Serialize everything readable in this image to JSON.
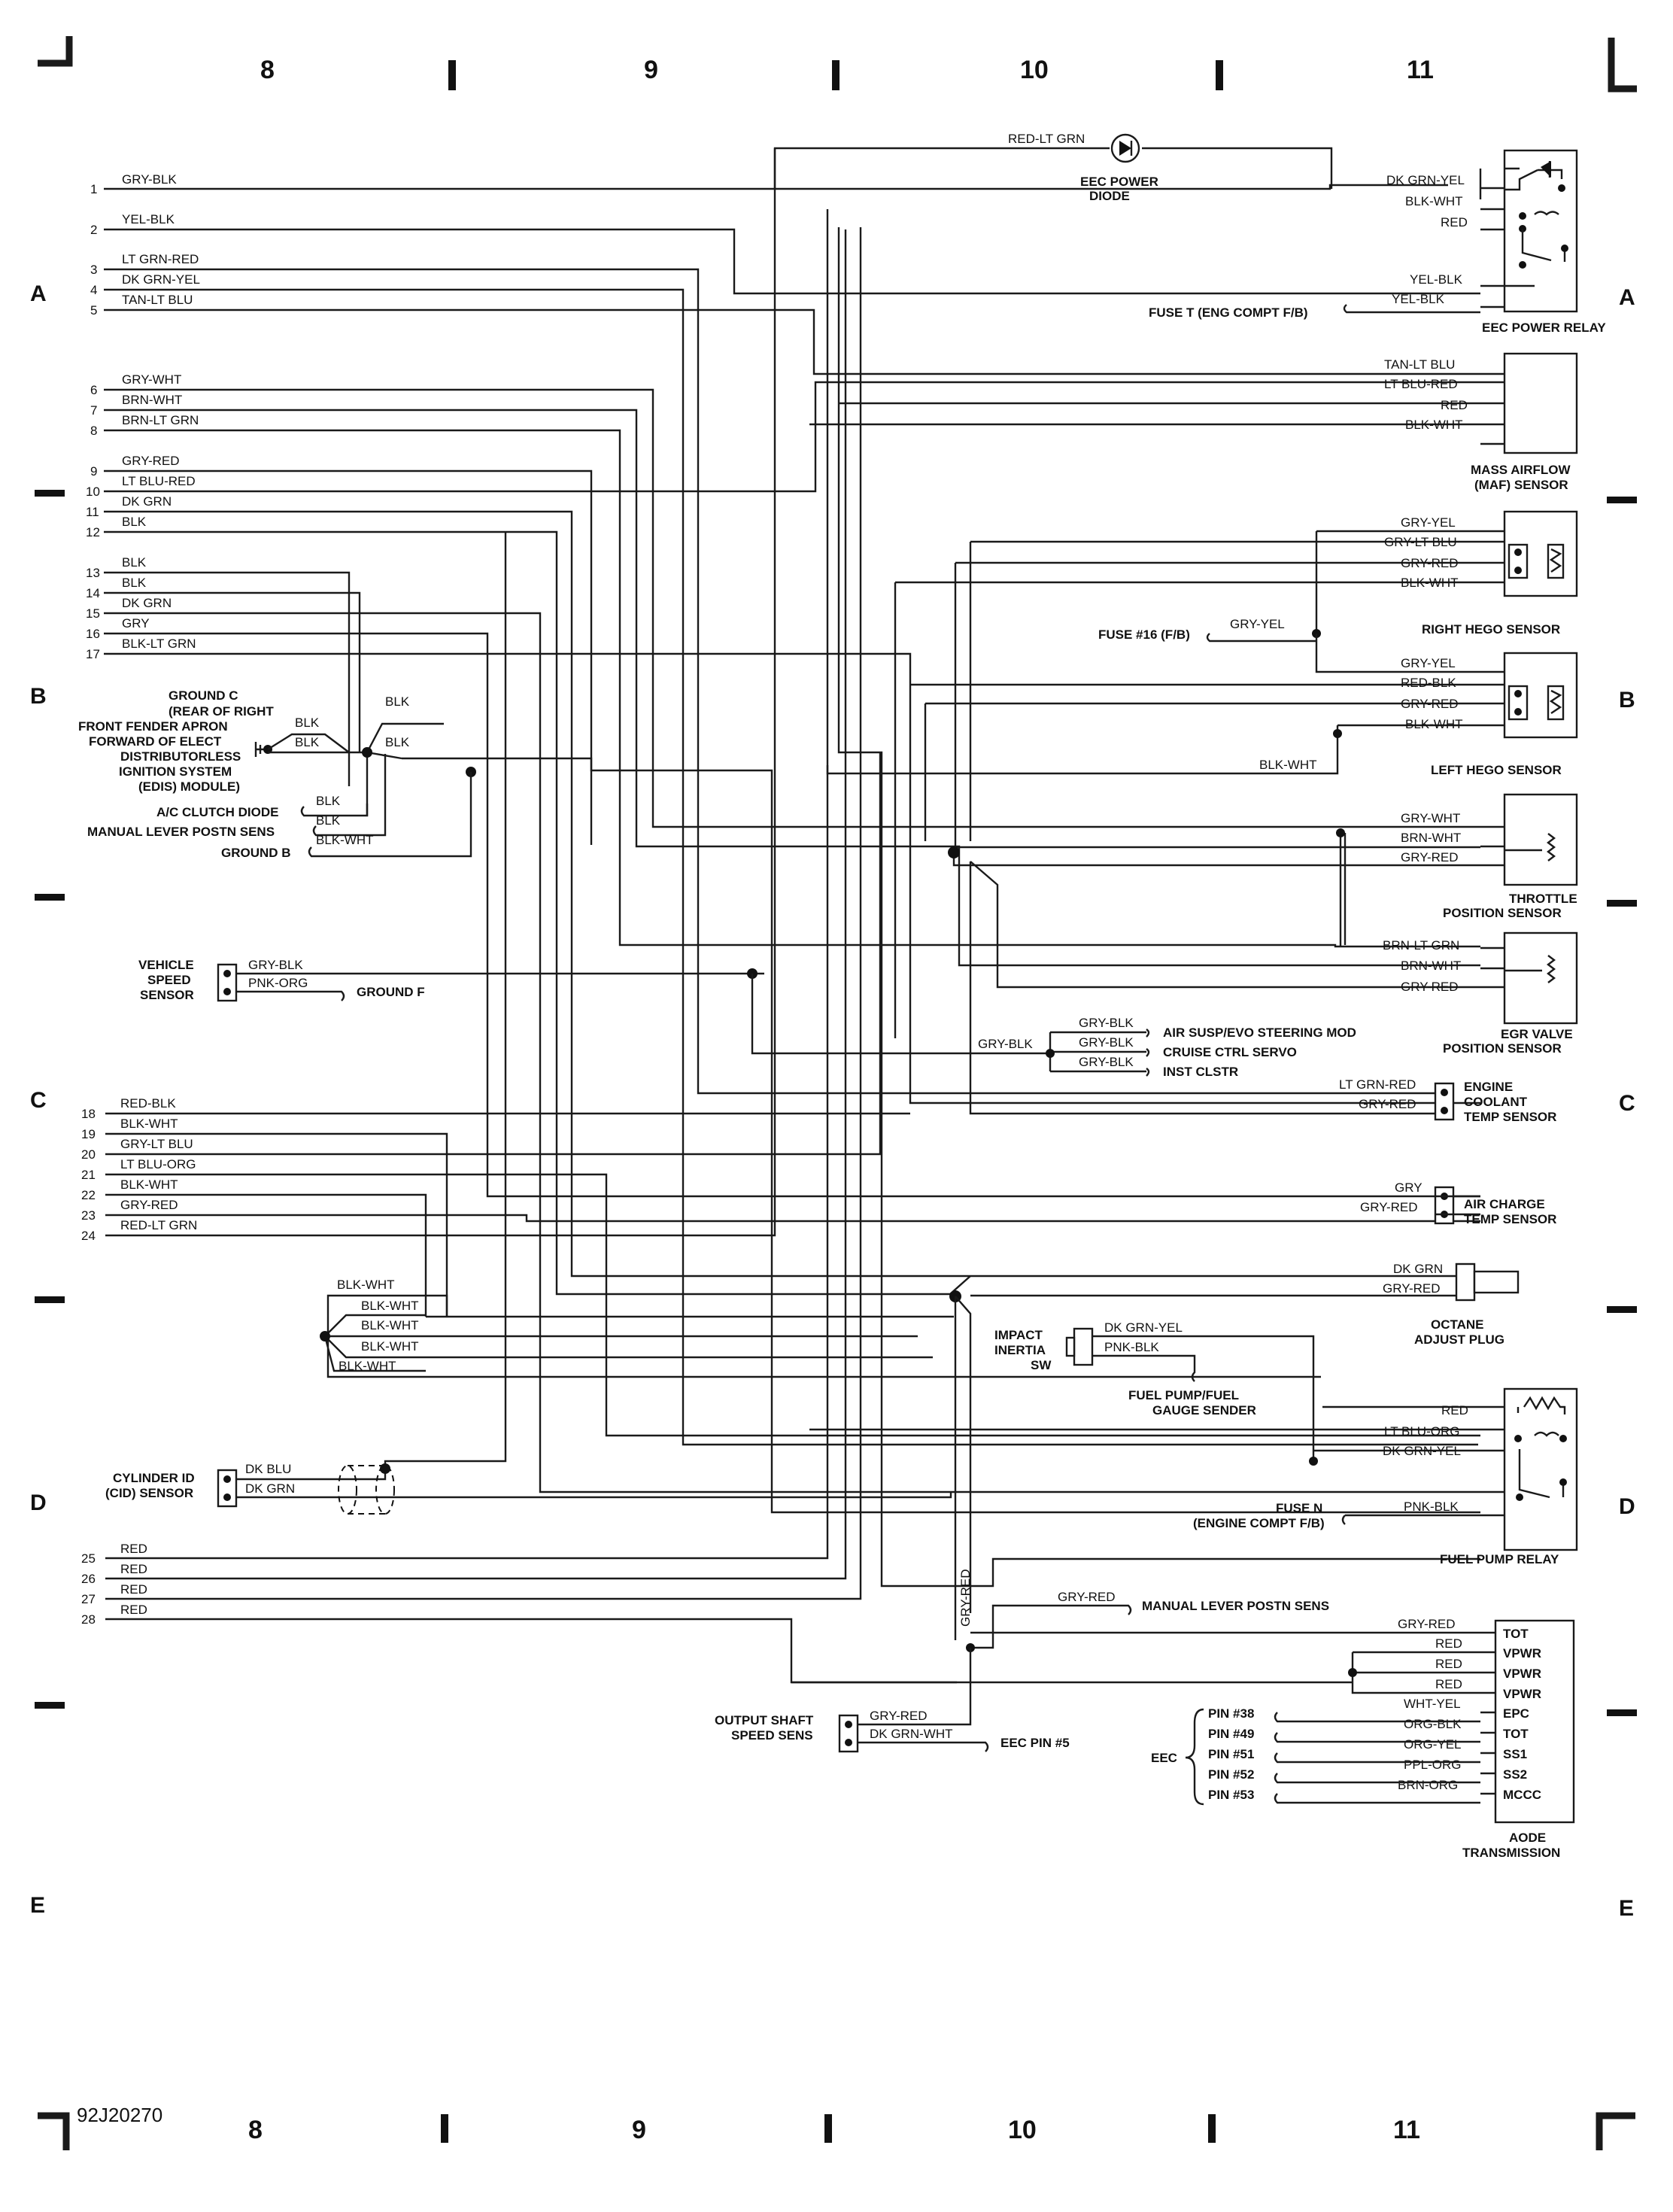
{
  "diagram_id": "92J20270",
  "columns": [
    "8",
    "9",
    "10",
    "11"
  ],
  "zones": [
    "A",
    "B",
    "C",
    "D",
    "E"
  ],
  "pins_top": [
    {
      "n": "1",
      "wire": "GRY-BLK"
    },
    {
      "n": "2",
      "wire": "YEL-BLK"
    },
    {
      "n": "3",
      "wire": "LT GRN-RED"
    },
    {
      "n": "4",
      "wire": "DK GRN-YEL"
    },
    {
      "n": "5",
      "wire": "TAN-LT BLU"
    },
    {
      "n": "6",
      "wire": "GRY-WHT"
    },
    {
      "n": "7",
      "wire": "BRN-WHT"
    },
    {
      "n": "8",
      "wire": "BRN-LT GRN"
    },
    {
      "n": "9",
      "wire": "GRY-RED"
    },
    {
      "n": "10",
      "wire": "LT BLU-RED"
    },
    {
      "n": "11",
      "wire": "DK GRN"
    },
    {
      "n": "12",
      "wire": "BLK"
    },
    {
      "n": "13",
      "wire": "BLK"
    },
    {
      "n": "14",
      "wire": "BLK"
    },
    {
      "n": "15",
      "wire": "DK GRN"
    },
    {
      "n": "16",
      "wire": "GRY"
    },
    {
      "n": "17",
      "wire": "BLK-LT GRN"
    }
  ],
  "pins_mid": [
    {
      "n": "18",
      "wire": "RED-BLK"
    },
    {
      "n": "19",
      "wire": "BLK-WHT"
    },
    {
      "n": "20",
      "wire": "GRY-LT BLU"
    },
    {
      "n": "21",
      "wire": "LT BLU-ORG"
    },
    {
      "n": "22",
      "wire": "BLK-WHT"
    },
    {
      "n": "23",
      "wire": "GRY-RED"
    },
    {
      "n": "24",
      "wire": "RED-LT GRN"
    }
  ],
  "pins_low": [
    {
      "n": "25",
      "wire": "RED"
    },
    {
      "n": "26",
      "wire": "RED"
    },
    {
      "n": "27",
      "wire": "RED"
    },
    {
      "n": "28",
      "wire": "RED"
    }
  ],
  "eec_diode": {
    "wire": "RED-LT GRN",
    "label1": "EEC POWER",
    "label2": "DIODE"
  },
  "eec_relay": {
    "name": "EEC POWER RELAY",
    "wires": [
      "DK GRN-YEL",
      "BLK-WHT",
      "RED",
      "YEL-BLK"
    ],
    "fuse_label": "FUSE T (ENG COMPT F/B)",
    "fuse_wire": "YEL-BLK"
  },
  "maf": {
    "name1": "MASS AIRFLOW",
    "name2": "(MAF) SENSOR",
    "wires": [
      "TAN-LT BLU",
      "LT BLU-RED",
      "RED",
      "BLK-WHT"
    ]
  },
  "right_hego": {
    "name": "RIGHT HEGO SENSOR",
    "wires": [
      "GRY-YEL",
      "GRY-LT BLU",
      "GRY-RED",
      "BLK-WHT"
    ],
    "fuse_label": "FUSE #16 (F/B)",
    "fuse_wire": "GRY-YEL"
  },
  "left_hego": {
    "name": "LEFT HEGO SENSOR",
    "wires": [
      "GRY-YEL",
      "RED-BLK",
      "GRY-RED",
      "BLK-WHT"
    ],
    "splice_wire": "BLK-WHT"
  },
  "tps": {
    "name1": "THROTTLE",
    "name2": "POSITION SENSOR",
    "wires": [
      "GRY-WHT",
      "BRN-WHT",
      "GRY-RED"
    ]
  },
  "egr": {
    "name1": "EGR VALVE",
    "name2": "POSITION SENSOR",
    "wires": [
      "BRN-LT GRN",
      "BRN-WHT",
      "GRY-RED"
    ]
  },
  "ground_c": {
    "lines": [
      "GROUND C",
      "(REAR OF RIGHT",
      "FRONT FENDER APRON",
      "FORWARD OF ELECT",
      "DISTRIBUTORLESS",
      "IGNITION SYSTEM",
      "(EDIS) MODULE)"
    ],
    "wires": [
      "BLK",
      "BLK",
      "BLK",
      "BLK"
    ],
    "ac_clutch": "A/C CLUTCH DIODE",
    "ac_wire": "BLK",
    "mlps": "MANUAL LEVER POSTN SENS",
    "mlps_wire": "BLK",
    "ground_b": "GROUND B",
    "gb_wire": "BLK-WHT"
  },
  "vss": {
    "name1": "VEHICLE",
    "name2": "SPEED",
    "name3": "SENSOR",
    "wires": [
      "GRY-BLK",
      "PNK-ORG"
    ],
    "ground": "GROUND F"
  },
  "gry_blk_group": {
    "main_wire": "GRY-BLK",
    "branches": [
      {
        "wire": "GRY-BLK",
        "dest": "AIR SUSP/EVO STEERING MOD"
      },
      {
        "wire": "GRY-BLK",
        "dest": "CRUISE CTRL SERVO"
      },
      {
        "wire": "GRY-BLK",
        "dest": "INST CLSTR"
      }
    ]
  },
  "ect": {
    "name1": "ENGINE",
    "name2": "COOLANT",
    "name3": "TEMP SENSOR",
    "wires": [
      "LT GRN-RED",
      "GRY-RED"
    ]
  },
  "act": {
    "name1": "AIR CHARGE",
    "name2": "TEMP SENSOR",
    "wires": [
      "GRY",
      "GRY-RED"
    ]
  },
  "octane": {
    "name1": "OCTANE",
    "name2": "ADJUST PLUG",
    "wires": [
      "DK GRN",
      "GRY-RED"
    ]
  },
  "blk_wht_splice": {
    "wires": [
      "BLK-WHT",
      "BLK-WHT",
      "BLK-WHT",
      "BLK-WHT",
      "BLK-WHT"
    ]
  },
  "impact": {
    "name1": "IMPACT",
    "name2": "INERTIA",
    "name3": "SW",
    "wires": [
      "DK GRN-YEL",
      "PNK-BLK"
    ],
    "dest1": "FUEL PUMP/FUEL",
    "dest2": "GAUGE SENDER"
  },
  "fuel_relay": {
    "name": "FUEL PUMP RELAY",
    "wires": [
      "RED",
      "LT BLU-ORG",
      "DK GRN-YEL",
      "PNK-BLK"
    ],
    "fuse1": "FUSE N",
    "fuse2": "(ENGINE COMPT F/B)"
  },
  "cid": {
    "name1": "CYLINDER ID",
    "name2": "(CID) SENSOR",
    "wires": [
      "DK BLU",
      "DK GRN"
    ]
  },
  "vertical_wire": "GRY-RED",
  "mlps_branch": {
    "wire": "GRY-RED",
    "dest": "MANUAL LEVER POSTN SENS"
  },
  "ossd": {
    "name1": "OUTPUT SHAFT",
    "name2": "SPEED SENS",
    "wires": [
      "GRY-RED",
      "DK GRN-WHT"
    ],
    "dest": "EEC PIN #5"
  },
  "trans": {
    "name1": "AODE",
    "name2": "TRANSMISSION",
    "wires": [
      "GRY-RED",
      "RED",
      "RED",
      "RED",
      "WHT-YEL",
      "ORG-BLK",
      "ORG-YEL",
      "PPL-ORG",
      "BRN-ORG"
    ],
    "pins": [
      "TOT",
      "VPWR",
      "VPWR",
      "VPWR",
      "EPC",
      "TOT",
      "SS1",
      "SS2",
      "MCCC"
    ],
    "eec_label": "EEC",
    "eec_pins": [
      "PIN #38",
      "PIN #49",
      "PIN #51",
      "PIN #52",
      "PIN #53"
    ]
  }
}
